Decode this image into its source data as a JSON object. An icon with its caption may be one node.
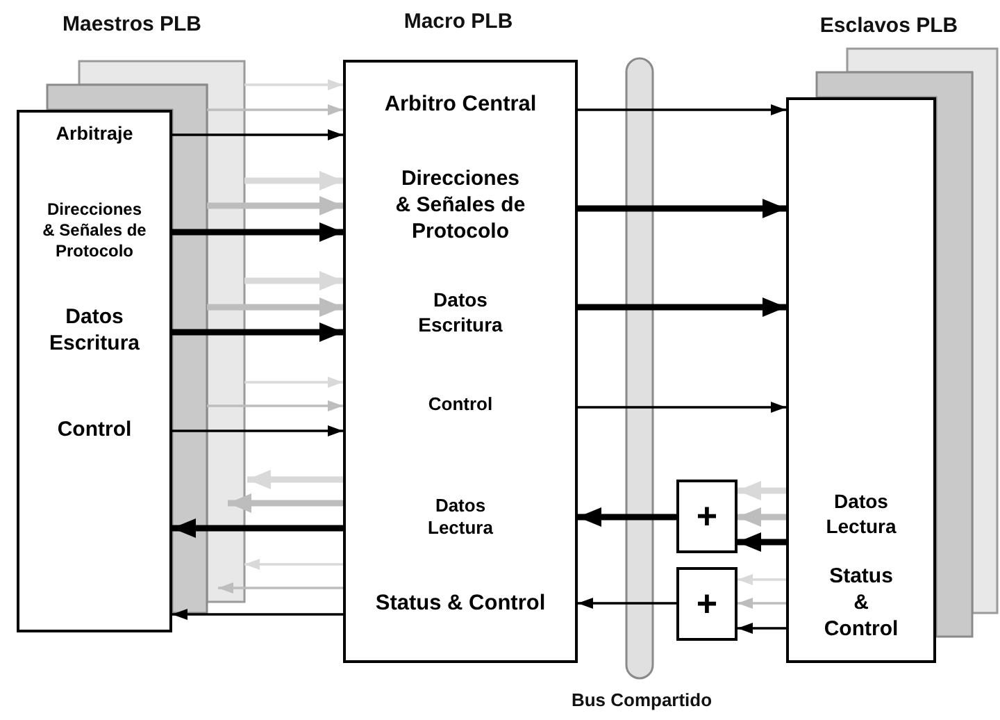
{
  "diagram": {
    "nodes": [
      {
        "text": [
          "Arbitraje",
          "Direcciones & Señales de Protocolo",
          "Datos Escritura",
          "Control"
        ]
      },
      {
        "text": [
          "Arbitro Central",
          "Direcciones & Señales de Protocolo",
          "Datos Escritura",
          "Control",
          "Datos Lectura",
          "Status & Control"
        ]
      },
      {
        "text": [
          "Datos Lectura",
          "Status & Control"
        ]
      },
      {
        "text": [
          "+"
        ]
      },
      {
        "text": [
          "+"
        ]
      }
    ],
    "edges": [
      {
        "from": null,
        "to": 1,
        "arrow": "to",
        "color": "#d9d9d9"
      },
      {
        "from": null,
        "to": 1,
        "arrow": "to",
        "color": "#bdbdbd"
      },
      {
        "from": 0,
        "to": 1,
        "arrow": "to"
      },
      {
        "from": null,
        "to": 1,
        "arrow": "to",
        "style": "thick",
        "color": "#d9d9d9"
      },
      {
        "from": null,
        "to": 1,
        "arrow": "to",
        "style": "thick",
        "color": "#bdbdbd"
      },
      {
        "from": 0,
        "to": 1,
        "arrow": "to",
        "style": "thick"
      },
      {
        "from": null,
        "to": 1,
        "arrow": "to",
        "style": "thick",
        "color": "#d9d9d9"
      },
      {
        "from": null,
        "to": 1,
        "arrow": "to",
        "style": "thick",
        "color": "#bdbdbd"
      },
      {
        "from": 0,
        "to": 1,
        "arrow": "to",
        "style": "thick"
      },
      {
        "from": null,
        "to": 1,
        "arrow": "to",
        "color": "#d9d9d9"
      },
      {
        "from": null,
        "to": 1,
        "arrow": "to",
        "color": "#bdbdbd"
      },
      {
        "from": 0,
        "to": 1,
        "arrow": "to"
      },
      {
        "from": 1,
        "to": null,
        "arrow": "to",
        "style": "thick",
        "color": "#d9d9d9"
      },
      {
        "from": 1,
        "to": null,
        "arrow": "to",
        "style": "thick",
        "color": "#bdbdbd"
      },
      {
        "from": 1,
        "to": 0,
        "arrow": "to",
        "style": "thick"
      },
      {
        "from": 1,
        "to": null,
        "arrow": "to",
        "color": "#d9d9d9"
      },
      {
        "from": 1,
        "to": null,
        "arrow": "to",
        "color": "#bdbdbd"
      },
      {
        "from": 1,
        "to": 0,
        "arrow": "to"
      },
      {
        "from": 1,
        "to": 2,
        "arrow": "to"
      },
      {
        "from": 1,
        "to": 2,
        "arrow": "to",
        "style": "thick"
      },
      {
        "from": 1,
        "to": 2,
        "arrow": "to",
        "style": "thick"
      },
      {
        "from": 1,
        "to": 2,
        "arrow": "to"
      },
      {
        "from": 2,
        "to": 3,
        "arrow": "to",
        "style": "thick",
        "color": "#d9d9d9"
      },
      {
        "from": 2,
        "to": 3,
        "arrow": "to",
        "style": "thick",
        "color": "#bdbdbd"
      },
      {
        "from": 2,
        "to": 3,
        "arrow": "to",
        "style": "thick"
      },
      {
        "from": 3,
        "to": 1,
        "arrow": "to",
        "style": "thick"
      },
      {
        "from": 2,
        "to": 4,
        "arrow": "to",
        "color": "#d9d9d9"
      },
      {
        "from": 2,
        "to": 4,
        "arrow": "to",
        "color": "#bdbdbd"
      },
      {
        "from": 2,
        "to": 4,
        "arrow": "to"
      },
      {
        "from": 4,
        "to": 1,
        "arrow": "to"
      }
    ],
    "labels": [
      "Maestros PLB",
      "Macro PLB",
      "Esclavos PLB",
      "Bus Compartido"
    ]
  }
}
